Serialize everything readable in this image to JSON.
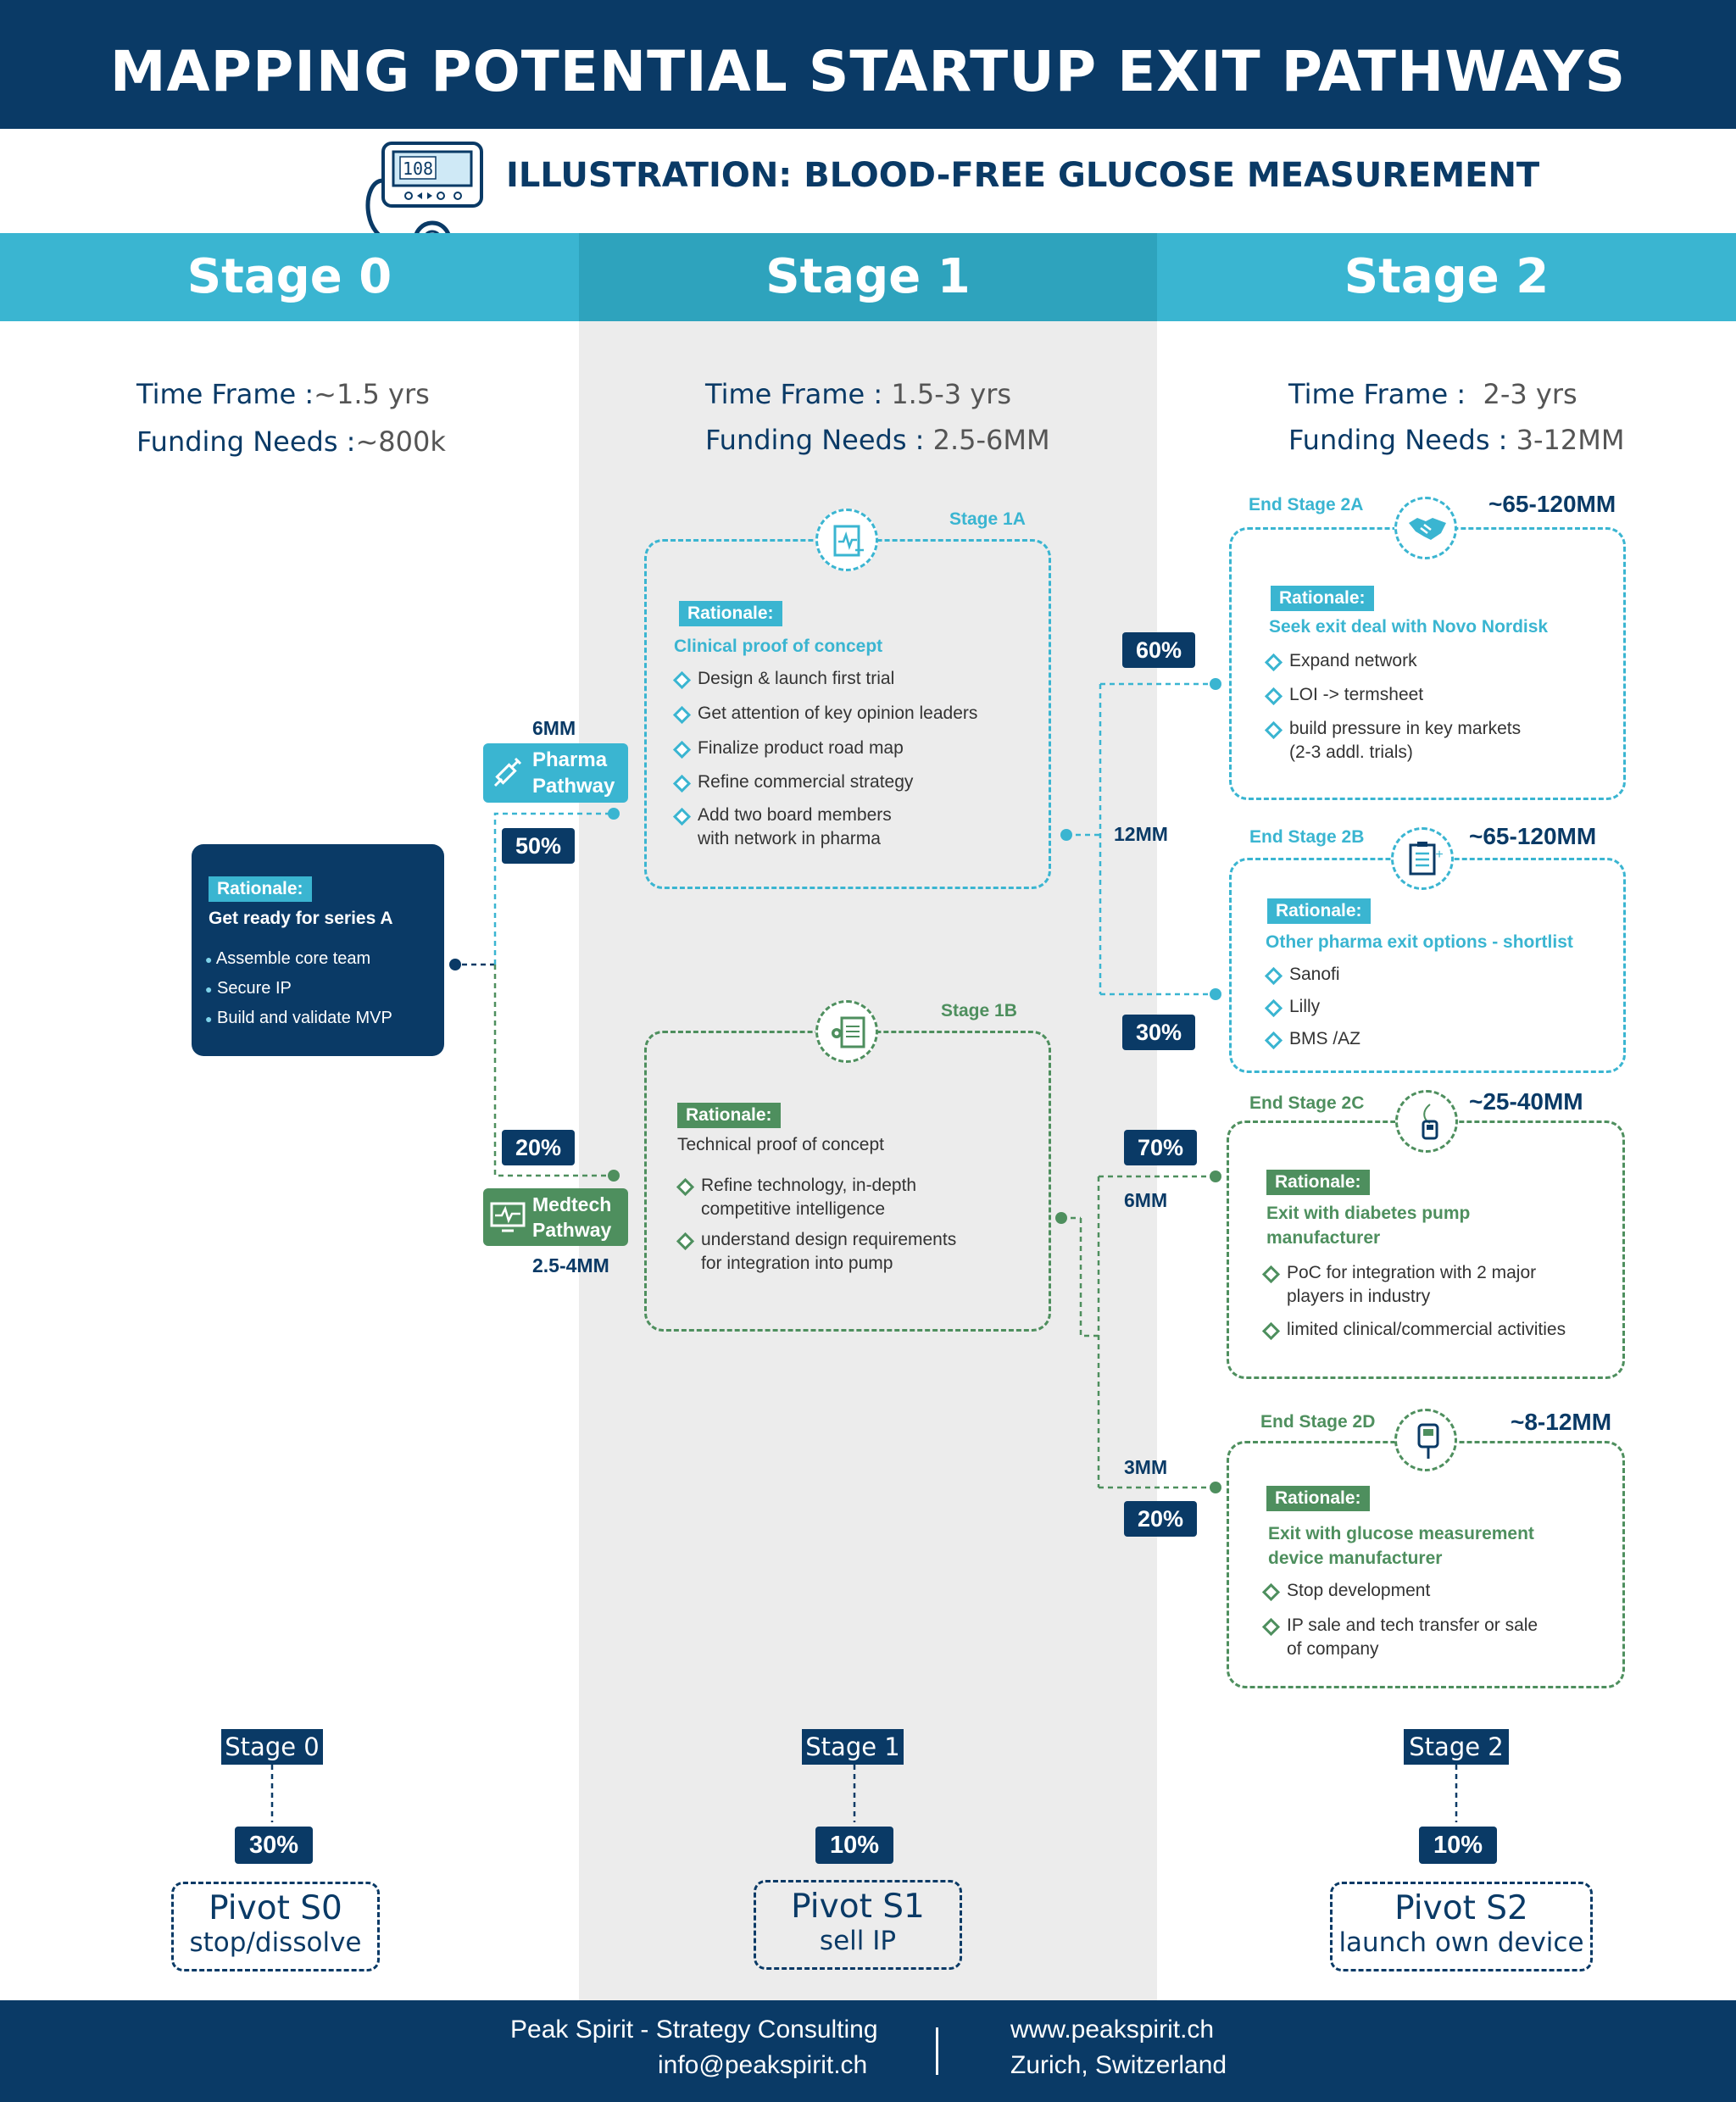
{
  "title": "MAPPING POTENTIAL STARTUP EXIT PATHWAYS",
  "subtitle": "ILLUSTRATION: BLOOD-FREE GLUCOSE MEASUREMENT",
  "colors": {
    "navy": "#0a3a66",
    "teal": "#3ab5d1",
    "green": "#4e8f5e",
    "gray": "#ececec"
  },
  "device_display": "108",
  "stages": [
    {
      "label": "Stage 0",
      "time_label": "Time Frame :",
      "time_value": "~1.5 yrs",
      "funding_label": "Funding Needs :",
      "funding_value": "~800k"
    },
    {
      "label": "Stage 1",
      "time_label": "Time Frame :",
      "time_value": "1.5-3 yrs",
      "funding_label": "Funding Needs :",
      "funding_value": "2.5-6MM"
    },
    {
      "label": "Stage 2",
      "time_label": "Time Frame :",
      "time_value": "2-3 yrs",
      "funding_label": "Funding Needs :",
      "funding_value": "3-12MM"
    }
  ],
  "stage0_box": {
    "tag": "Rationale:",
    "heading": "Get ready for series A",
    "bullets": [
      "Assemble core team",
      "Secure IP",
      "Build and validate MVP"
    ]
  },
  "pharma": {
    "amount": "6MM",
    "label_line1": "Pharma",
    "label_line2": "Pathway",
    "pct": "50%"
  },
  "medtech": {
    "amount": "2.5-4MM",
    "label_line1": "Medtech",
    "label_line2": "Pathway",
    "pct": "20%"
  },
  "stage1a": {
    "label": "Stage 1A",
    "tag": "Rationale:",
    "heading": "Clinical proof of concept",
    "bullets": [
      "Design & launch first trial",
      "Get attention of key opinion leaders",
      "Finalize product road map",
      "Refine commercial strategy",
      "Add two board members"
    ],
    "bullet_cont": "with network in pharma"
  },
  "stage1b": {
    "label": "Stage 1B",
    "tag": "Rationale:",
    "heading": "Technical proof of concept",
    "bullets": [
      [
        "Refine technology, in-depth",
        "competitive intelligence"
      ],
      [
        "understand design requirements",
        "for integration into pump"
      ]
    ]
  },
  "branch_a": {
    "top_pct": "60%",
    "amount": "12MM",
    "bottom_pct": "30%"
  },
  "branch_b": {
    "top_pct": "70%",
    "top_amount": "6MM",
    "bottom_amount": "3MM",
    "bottom_pct": "20%"
  },
  "end2a": {
    "label": "End Stage 2A",
    "value": "~65-120MM",
    "tag": "Rationale:",
    "heading": "Seek exit deal with Novo Nordisk",
    "bullets": [
      [
        "Expand network"
      ],
      [
        "LOI -> termsheet"
      ],
      [
        "build pressure in key markets",
        "(2-3 addl. trials)"
      ]
    ]
  },
  "end2b": {
    "label": "End Stage 2B",
    "value": "~65-120MM",
    "tag": "Rationale:",
    "heading": "Other pharma exit options - shortlist",
    "bullets": [
      [
        "Sanofi"
      ],
      [
        "Lilly"
      ],
      [
        "BMS /AZ"
      ]
    ]
  },
  "end2c": {
    "label": "End Stage 2C",
    "value": "~25-40MM",
    "tag": "Rationale:",
    "heading1": "Exit with diabetes pump",
    "heading2": "manufacturer",
    "bullets": [
      [
        "PoC for integration with 2 major",
        "players in industry"
      ],
      [
        "limited clinical/commercial activities"
      ]
    ]
  },
  "end2d": {
    "label": "End Stage 2D",
    "value": "~8-12MM",
    "tag": "Rationale:",
    "heading1": "Exit with glucose measurement",
    "heading2": "device manufacturer",
    "bullets": [
      [
        "Stop development"
      ],
      [
        "IP sale and tech transfer or sale",
        "of company"
      ]
    ]
  },
  "pivots": [
    {
      "stage": "Stage 0",
      "pct": "30%",
      "name": "Pivot S0",
      "desc": "stop/dissolve"
    },
    {
      "stage": "Stage 1",
      "pct": "10%",
      "name": "Pivot S1",
      "desc": "sell IP"
    },
    {
      "stage": "Stage 2",
      "pct": "10%",
      "name": "Pivot S2",
      "desc": "launch own device"
    }
  ],
  "footer": {
    "company": "Peak Spirit - Strategy Consulting",
    "email": "info@peakspirit.ch",
    "website": "www.peakspirit.ch",
    "location": "Zurich, Switzerland"
  }
}
